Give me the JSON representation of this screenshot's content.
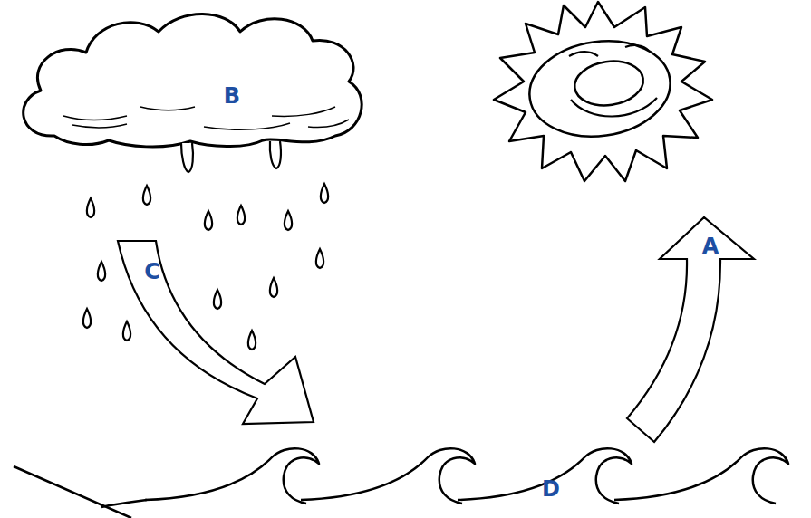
{
  "diagram": {
    "labels": [
      "B",
      "A",
      "C",
      "D"
    ]
  }
}
